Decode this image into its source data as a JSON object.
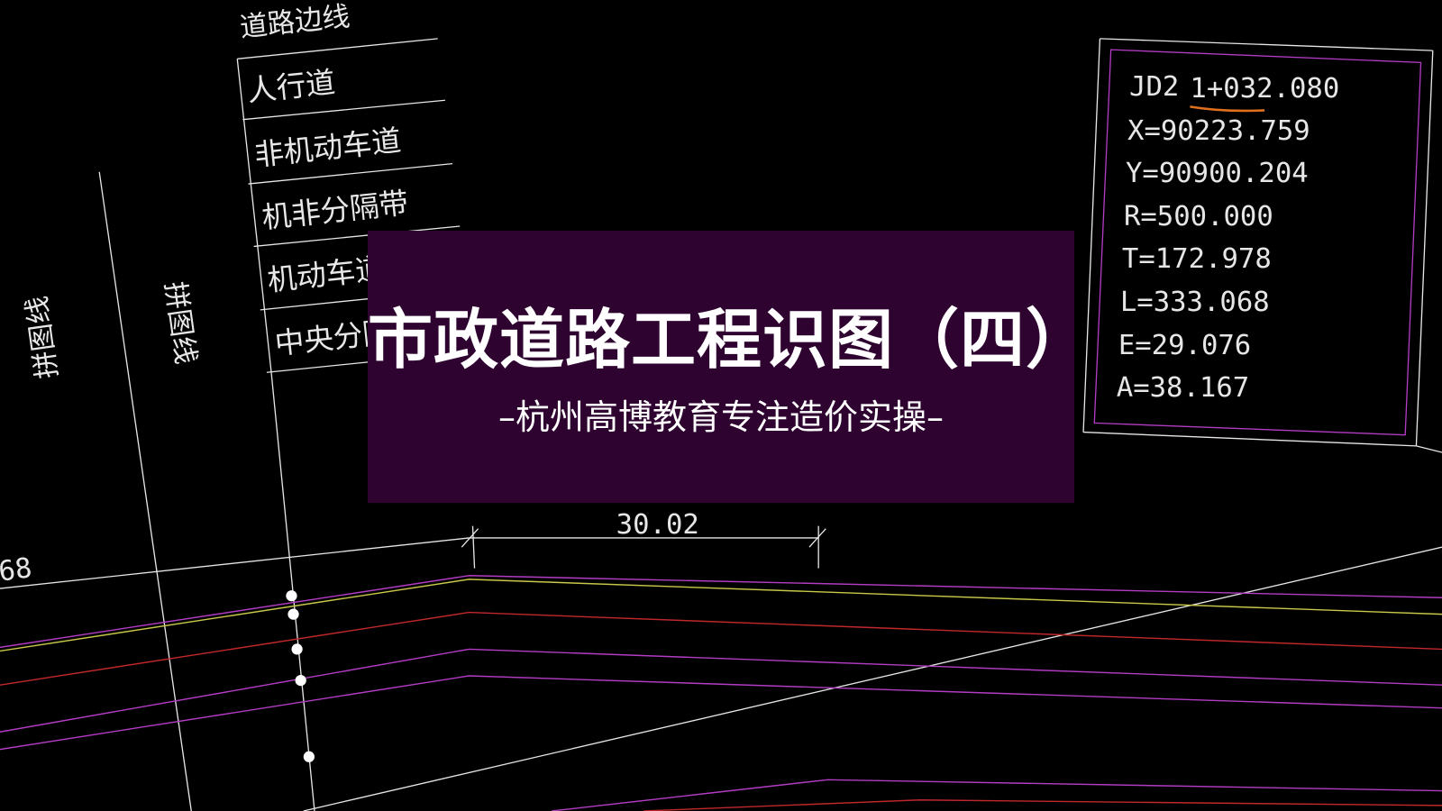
{
  "banner": {
    "title": "市政道路工程识图（四）",
    "subtitle": "–杭州高博教育专注造价实操–",
    "background": "#2e0330"
  },
  "legend_labels": [
    "道路边线",
    "人行道",
    "非机动车道",
    "机非分隔带",
    "机动车道",
    "中央分隔带"
  ],
  "match_line_labels": [
    "拼图线",
    "拼图线"
  ],
  "dimension": "30.02",
  "edge_number": "68",
  "curve_table": {
    "header_id": "JD2",
    "station": "1+032.080",
    "rows": [
      "X=90223.759",
      "Y=90900.204",
      "R=500.000",
      "T=172.978",
      "L=333.068",
      "E=29.076",
      "A=38.167"
    ]
  },
  "colors": {
    "line_white": "#e6e6e6",
    "line_magenta": "#b33cc4",
    "line_red": "#c0282a",
    "line_yellow": "#c8c84a",
    "underline": "#e0701e"
  }
}
